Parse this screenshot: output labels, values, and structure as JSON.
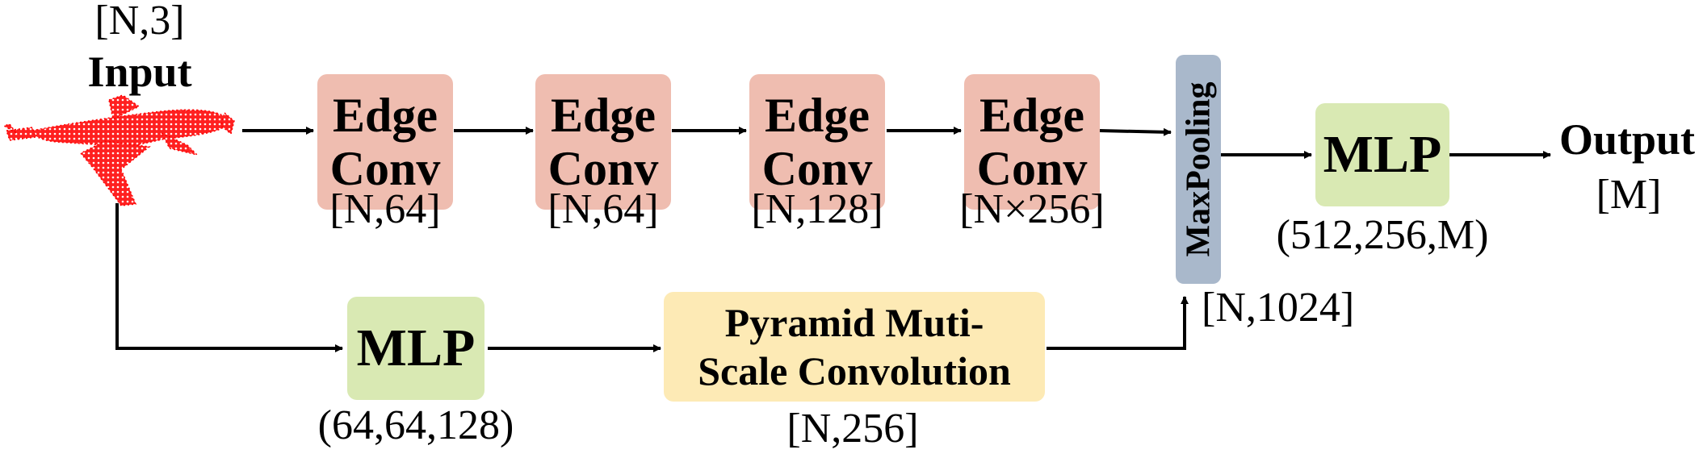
{
  "input": {
    "shape": "[N,3]",
    "label": "Input",
    "icon": "airplane-point-cloud-icon",
    "color": "#ff0000"
  },
  "edge_convs": [
    {
      "line1": "Edge",
      "line2": "Conv",
      "shape": "[N,64]"
    },
    {
      "line1": "Edge",
      "line2": "Conv",
      "shape": "[N,64]"
    },
    {
      "line1": "Edge",
      "line2": "Conv",
      "shape": "[N,128]"
    },
    {
      "line1": "Edge",
      "line2": "Conv",
      "shape": "[N×256]"
    }
  ],
  "maxpool": {
    "label": "MaxPooling",
    "shape": "[N,1024]"
  },
  "mlp_top": {
    "label": "MLP",
    "dims": "(512,256,M)"
  },
  "output": {
    "label": "Output",
    "shape": "[M]"
  },
  "mlp_bottom": {
    "label": "MLP",
    "dims": "(64,64,128)"
  },
  "pyramid": {
    "line1": "Pyramid Muti-",
    "line2": "Scale Convolution",
    "shape": "[N,256]"
  },
  "colors": {
    "edge_conv": "#efbdb0",
    "mlp": "#d9e9b3",
    "pyramid": "#fdeab5",
    "maxpool": "#a9b8cb"
  }
}
